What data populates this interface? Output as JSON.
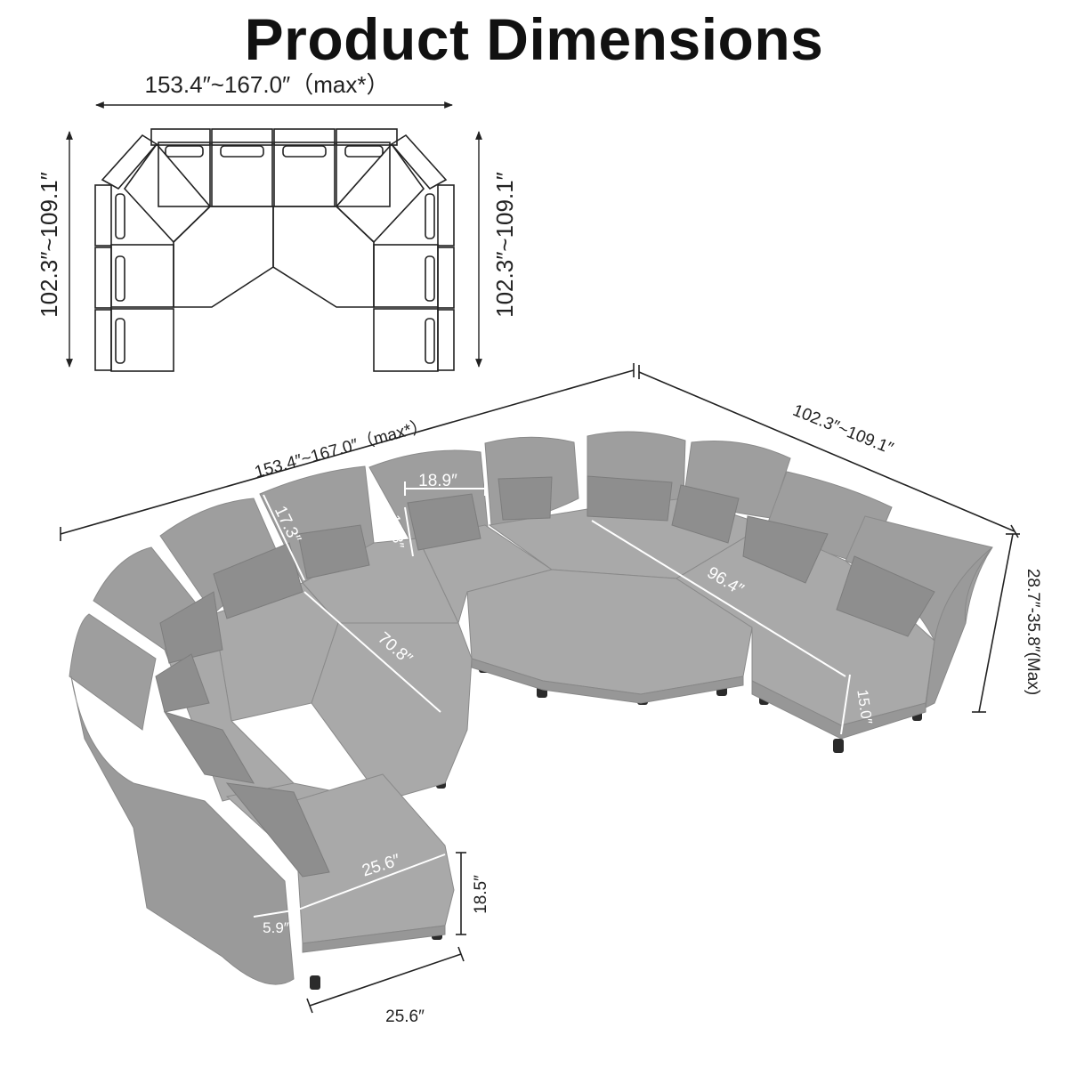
{
  "title": "Product Dimensions",
  "top_view": {
    "width_label": "153.4″~167.0″（max*）",
    "left_depth_label": "102.3″~109.1″",
    "right_depth_label": "102.3″~109.1″"
  },
  "main_view": {
    "length_label": "153.4″~167.0″（max*）",
    "depth_label": "102.3″~109.1″",
    "height_label": "28.7″-35.8″(Max)",
    "back_height": "17.3″",
    "pillow_width": "18.9″",
    "pillow_height": "11.8″",
    "seat_depth": "70.8″",
    "chaise_length": "96.4″",
    "seat_width_ottoman": "25.6″",
    "seat_height": "18.5″",
    "armrest_width": "5.9″",
    "module_width": "25.6″",
    "leg_height": "15.0″"
  },
  "colors": {
    "fabric": "#a7a7a7",
    "fabric_dark": "#8f8f8f",
    "fabric_light": "#c2c2c2",
    "line": "#222222",
    "leg": "#2b2b2b"
  }
}
